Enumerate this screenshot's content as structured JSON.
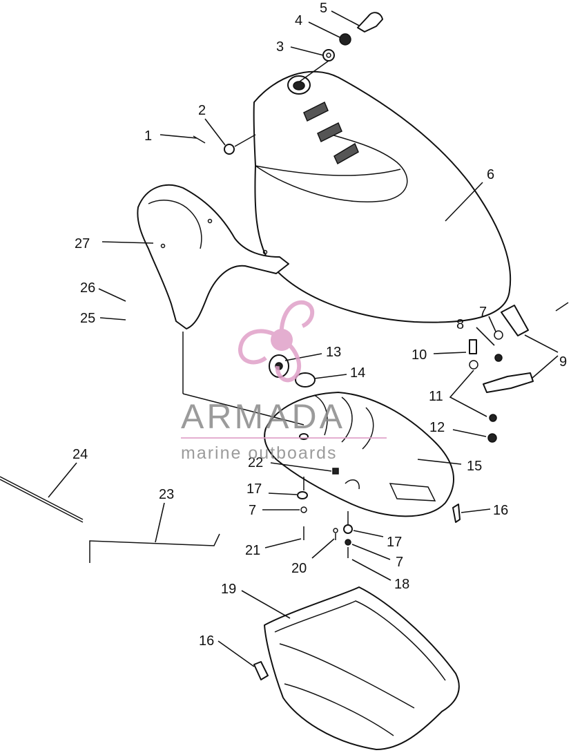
{
  "diagram": {
    "callouts": [
      {
        "id": "c1",
        "text": "1"
      },
      {
        "id": "c2",
        "text": "2"
      },
      {
        "id": "c3",
        "text": "3"
      },
      {
        "id": "c4",
        "text": "4"
      },
      {
        "id": "c5",
        "text": "5"
      },
      {
        "id": "c6",
        "text": "6"
      },
      {
        "id": "c7a",
        "text": "7"
      },
      {
        "id": "c8",
        "text": "8"
      },
      {
        "id": "c9",
        "text": "9"
      },
      {
        "id": "c10",
        "text": "10"
      },
      {
        "id": "c11",
        "text": "11"
      },
      {
        "id": "c12",
        "text": "12"
      },
      {
        "id": "c13",
        "text": "13"
      },
      {
        "id": "c14",
        "text": "14"
      },
      {
        "id": "c15",
        "text": "15"
      },
      {
        "id": "c16a",
        "text": "16"
      },
      {
        "id": "c16b",
        "text": "16"
      },
      {
        "id": "c17a",
        "text": "17"
      },
      {
        "id": "c17b",
        "text": "17"
      },
      {
        "id": "c7b",
        "text": "7"
      },
      {
        "id": "c7c",
        "text": "7"
      },
      {
        "id": "c18",
        "text": "18"
      },
      {
        "id": "c19",
        "text": "19"
      },
      {
        "id": "c20",
        "text": "20"
      },
      {
        "id": "c21",
        "text": "21"
      },
      {
        "id": "c22",
        "text": "22"
      },
      {
        "id": "c23",
        "text": "23"
      },
      {
        "id": "c24",
        "text": "24"
      },
      {
        "id": "c25",
        "text": "25"
      },
      {
        "id": "c26",
        "text": "26"
      },
      {
        "id": "c27",
        "text": "27"
      }
    ]
  },
  "watermark": {
    "brand": "ARMADA",
    "subtitle": "marine outboards",
    "brand_color": "#8a8a8a",
    "accent_color": "#e0a0c8"
  }
}
